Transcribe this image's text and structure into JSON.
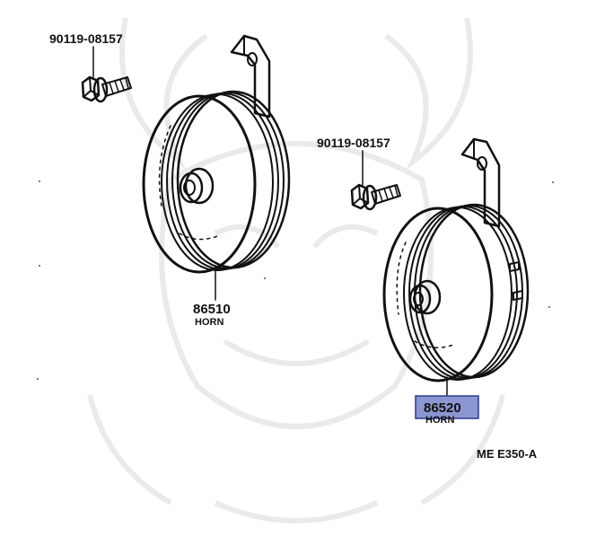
{
  "diagram": {
    "callouts": [
      {
        "id": "bolt-left",
        "number": "90119-08157",
        "name": ""
      },
      {
        "id": "bolt-right",
        "number": "90119-08157",
        "name": ""
      },
      {
        "id": "horn-left",
        "number": "86510",
        "name": "HORN"
      },
      {
        "id": "horn-right",
        "number": "86520",
        "name": "HORN",
        "highlighted": true
      }
    ],
    "code": "ME E350-A",
    "colors": {
      "line": "#111111",
      "highlight": "#8c96d0",
      "watermark": "#eaeaea"
    }
  }
}
